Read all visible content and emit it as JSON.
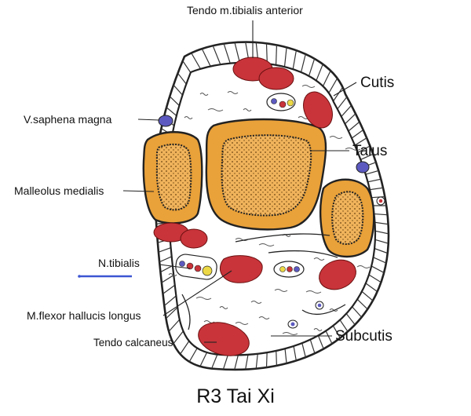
{
  "labels": {
    "tendo_tibialis_anterior": "Tendo m.tibialis anterior",
    "cutis": "Cutis",
    "v_saphena_magna": "V.saphena magna",
    "talus": "Talus",
    "malleolus_medialis": "Malleolus medialis",
    "n_tibialis": "N.tibialis",
    "m_flexor_hallucis_longus": "M.flexor hallucis longus",
    "tendo_calcaneus": "Tendo calcaneus",
    "subcutis": "Subcutis"
  },
  "caption": "R3 Tai Xi",
  "colors": {
    "muscle": "#c8343a",
    "bone_fill": "#e9a139",
    "bone_inner": "#f0b35b",
    "vein": "#5c5ac0",
    "nerve_yellow": "#ecd845",
    "needle_marker": "#3d55d2"
  }
}
